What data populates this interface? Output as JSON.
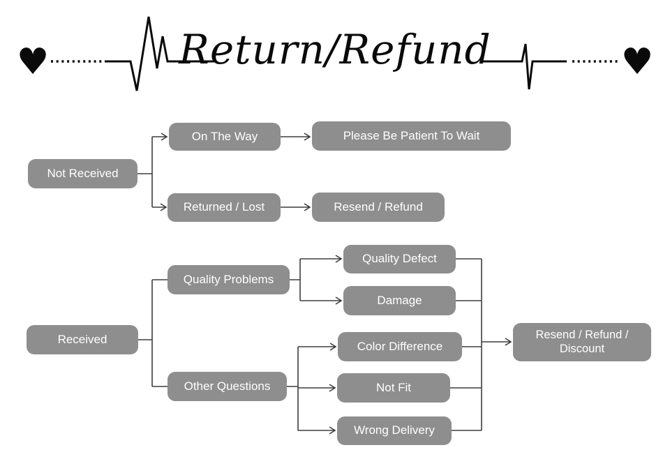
{
  "header": {
    "title": "Return/Refund",
    "heart_icon": "♥"
  },
  "colors": {
    "node_bg": "#8e8e8e",
    "node_text": "#ffffff",
    "connector": "#3d3d3d",
    "header_ink": "#0a0a0a"
  },
  "flowchart": {
    "nodes": {
      "not_received": "Not Received",
      "on_the_way": "On The Way",
      "please_wait": "Please Be Patient To Wait",
      "returned_lost": "Returned / Lost",
      "resend_refund": "Resend / Refund",
      "received": "Received",
      "quality_problems": "Quality Problems",
      "other_questions": "Other Questions",
      "quality_defect": "Quality Defect",
      "damage": "Damage",
      "color_difference": "Color Difference",
      "not_fit": "Not Fit",
      "wrong_delivery": "Wrong Delivery",
      "resend_refund_discount": "Resend / Refund / Discount"
    },
    "edges": [
      {
        "from": "not_received",
        "to": "on_the_way",
        "arrow": true
      },
      {
        "from": "not_received",
        "to": "returned_lost",
        "arrow": true
      },
      {
        "from": "on_the_way",
        "to": "please_wait",
        "arrow": true
      },
      {
        "from": "returned_lost",
        "to": "resend_refund",
        "arrow": true
      },
      {
        "from": "received",
        "to": "quality_problems",
        "arrow": false
      },
      {
        "from": "received",
        "to": "other_questions",
        "arrow": false
      },
      {
        "from": "quality_problems",
        "to": "quality_defect",
        "arrow": true
      },
      {
        "from": "quality_problems",
        "to": "damage",
        "arrow": true
      },
      {
        "from": "other_questions",
        "to": "color_difference",
        "arrow": true
      },
      {
        "from": "other_questions",
        "to": "not_fit",
        "arrow": true
      },
      {
        "from": "other_questions",
        "to": "wrong_delivery",
        "arrow": true
      },
      {
        "from": "quality_defect",
        "to": "resend_refund_discount",
        "arrow": true
      },
      {
        "from": "damage",
        "to": "resend_refund_discount",
        "arrow": true
      },
      {
        "from": "color_difference",
        "to": "resend_refund_discount",
        "arrow": true
      },
      {
        "from": "not_fit",
        "to": "resend_refund_discount",
        "arrow": true
      },
      {
        "from": "wrong_delivery",
        "to": "resend_refund_discount",
        "arrow": true
      }
    ]
  }
}
